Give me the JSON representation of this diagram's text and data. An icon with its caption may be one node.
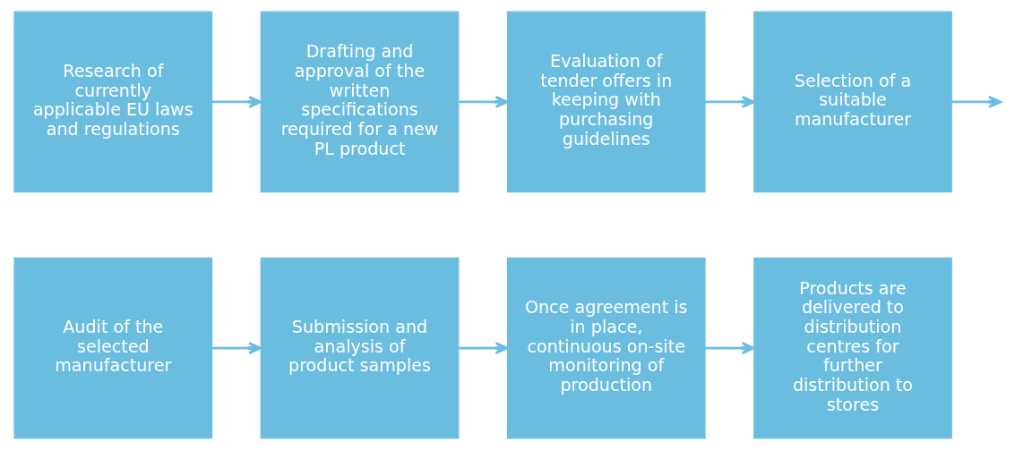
{
  "diagram": {
    "nodes": [
      {
        "text": [
          "Research of currently applicable EU laws and regulations"
        ]
      },
      {
        "text": [
          "Drafting and approval of the written specifications required for a new PL product"
        ]
      },
      {
        "text": [
          "Evaluation of tender offers in keeping with purchasing guidelines"
        ]
      },
      {
        "text": [
          "Selection of a suitable manufacturer"
        ]
      },
      {
        "text": [
          "Audit of the selected manufacturer"
        ]
      },
      {
        "text": [
          "Submission and analysis of product samples"
        ]
      },
      {
        "text": [
          "Once agreement is in place, continuous on-site monitoring of production"
        ]
      },
      {
        "text": [
          "Products are delivered to distribution centres for further distribution to stores"
        ]
      }
    ],
    "edges": [
      {
        "from": 0,
        "to": 1,
        "arrow": "to"
      },
      {
        "from": 1,
        "to": 2,
        "arrow": "to"
      },
      {
        "from": 2,
        "to": 3,
        "arrow": "to"
      },
      {
        "from": 3,
        "to": null,
        "arrow": "to"
      },
      {
        "from": 4,
        "to": 5,
        "arrow": "to"
      },
      {
        "from": 5,
        "to": 6,
        "arrow": "to"
      },
      {
        "from": 6,
        "to": 7,
        "arrow": "to"
      }
    ]
  }
}
